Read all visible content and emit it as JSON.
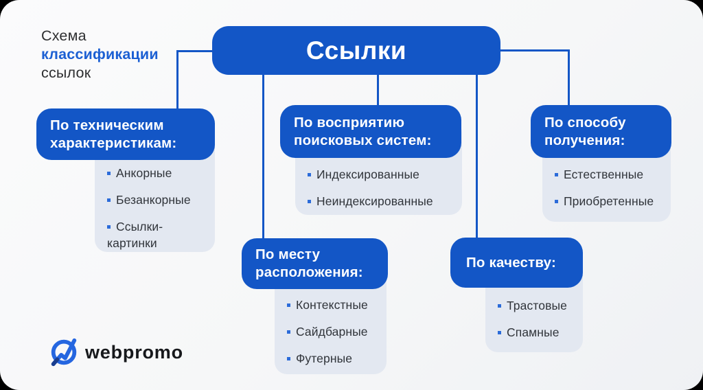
{
  "header": {
    "line1": "Схема",
    "line2": "классификации",
    "line3": "ссылок"
  },
  "root": {
    "title": "Ссылки"
  },
  "branches": {
    "technical": {
      "title1": "По техническим",
      "title2": "характеристикам:",
      "items": [
        "Анкорные",
        "Безанкорные",
        "Ссылки-картинки"
      ]
    },
    "perception": {
      "title1": "По восприятию",
      "title2": "поисковых систем:",
      "items": [
        "Индексированные",
        "Неиндексированные"
      ]
    },
    "placement": {
      "title1": "По месту",
      "title2": "расположения:",
      "items": [
        "Контекстные",
        "Сайдбарные",
        "Футерные"
      ]
    },
    "acquisition": {
      "title1": "По способу",
      "title2": "получения:",
      "items": [
        "Естественные",
        "Приобретенные"
      ]
    },
    "quality": {
      "title1": "По качеству:",
      "items": [
        "Трастовые",
        "Спамные"
      ]
    }
  },
  "logo": {
    "text": "webpromo"
  },
  "colors": {
    "box_blue": "#1356c6",
    "panel_light": "#e3e8f1",
    "accent_text_blue": "#1b5fd3",
    "bullet_blue": "#2b6bd9",
    "connector": "#1356c6",
    "card_background": "#f6f7f8",
    "outer_background": "#000000"
  }
}
